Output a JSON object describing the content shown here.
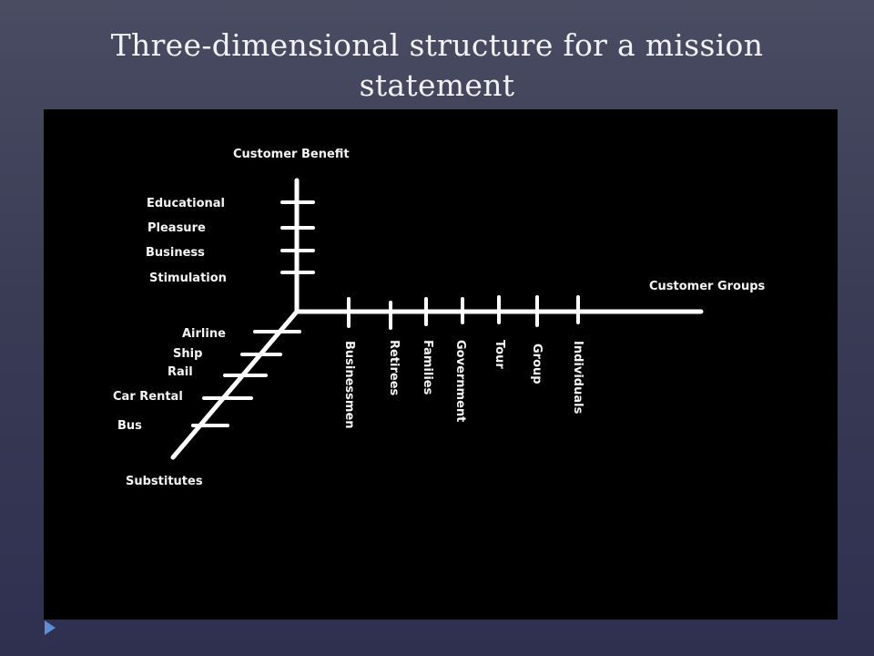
{
  "slide": {
    "title": "Three-dimensional structure for a mission statement"
  },
  "diagram": {
    "vertical_axis": {
      "label": "Customer Benefit",
      "items": [
        "Educational",
        "Pleasure",
        "Business",
        "Stimulation"
      ]
    },
    "horizontal_axis": {
      "label": "Customer Groups",
      "items": [
        "Businessmen",
        "Retirees",
        "Families",
        "Government",
        "Tour",
        "Group",
        "Individuals"
      ]
    },
    "diagonal_axis": {
      "label": "Substitutes",
      "items": [
        "Airline",
        "Ship",
        "Rail",
        "Car Rental",
        "Bus"
      ]
    }
  },
  "colors": {
    "panel_background": "#000000",
    "line_color": "#ffffff",
    "title_color": "#f2f2f2",
    "bullet_color": "#5b8fd6"
  },
  "icons": {
    "bullet": "triangle-bullet-icon"
  }
}
